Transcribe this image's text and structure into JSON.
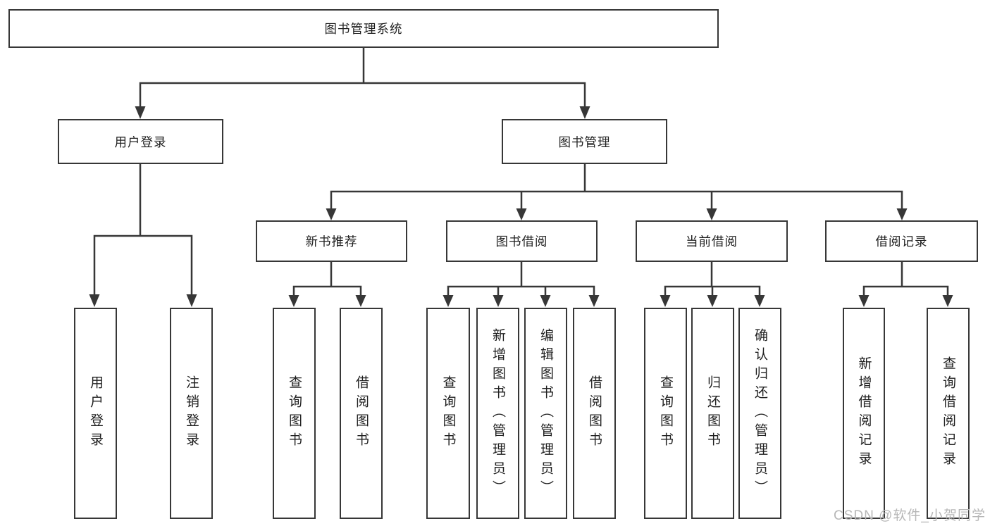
{
  "colors": {
    "line": "#373737",
    "box_border": "#373737",
    "text": "#1f1f1f",
    "background": "#ffffff",
    "watermark": "#b7b7b7"
  },
  "watermark": "CSDN @软件_小贺同学",
  "tree": {
    "root": {
      "label": "图书管理系统"
    },
    "branches": [
      {
        "label": "用户登录",
        "leaves": [
          "用户登录",
          "注销登录"
        ]
      },
      {
        "label": "图书管理",
        "groups": [
          {
            "label": "新书推荐",
            "leaves": [
              "查询图书",
              "借阅图书"
            ]
          },
          {
            "label": "图书借阅",
            "leaves": [
              "查询图书",
              "新增图书（管理员）",
              "编辑图书（管理员）",
              "借阅图书"
            ]
          },
          {
            "label": "当前借阅",
            "leaves": [
              "查询图书",
              "归还图书",
              "确认归还（管理员）"
            ]
          },
          {
            "label": "借阅记录",
            "leaves": [
              "新增借阅记录",
              "查询借阅记录"
            ]
          }
        ]
      }
    ]
  }
}
